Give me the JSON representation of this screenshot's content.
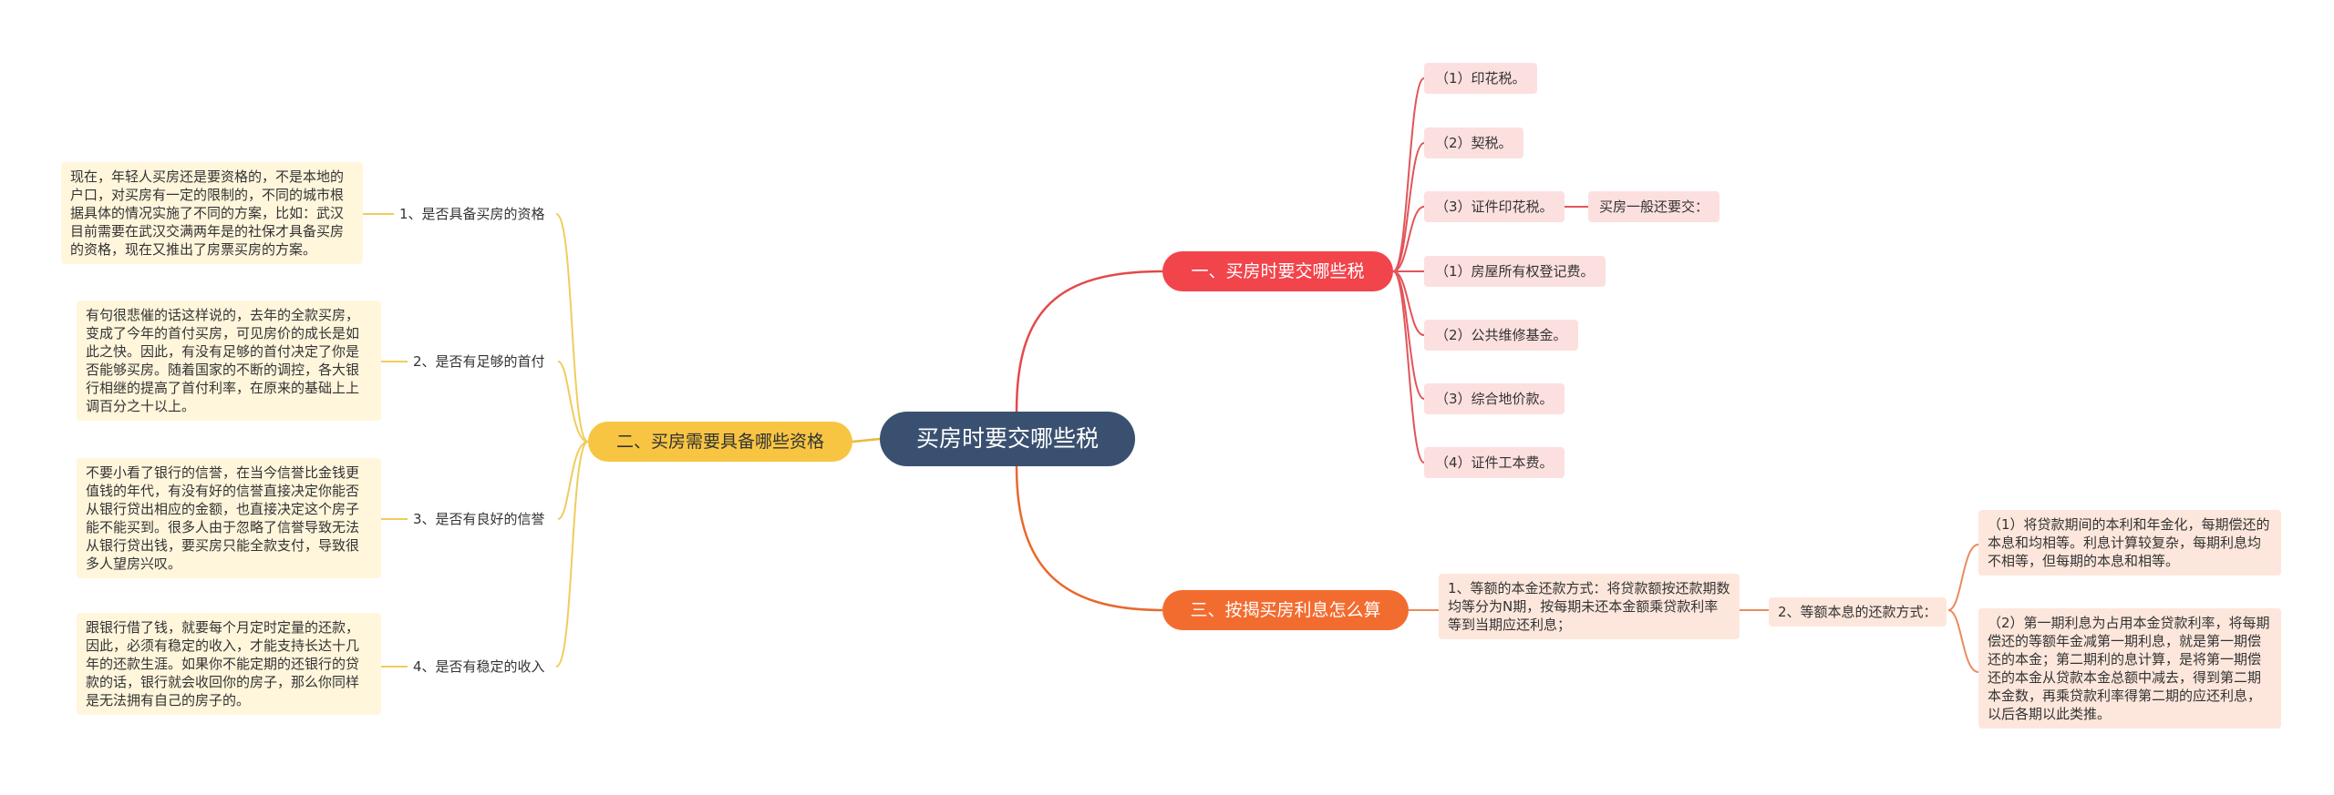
{
  "root": "买房时要交哪些税",
  "branch1": {
    "label": "一、买房时要交哪些税",
    "items": [
      "（1）印花税。",
      "（2）契税。",
      "（3）证件印花税。",
      "（1）房屋所有权登记费。",
      "（2）公共维修基金。",
      "（3）综合地价款。",
      "（4）证件工本费。"
    ],
    "sub_note": "买房一般还要交："
  },
  "branch2": {
    "label": "二、买房需要具备哪些资格",
    "items": [
      {
        "label": "1、是否具备买房的资格",
        "detail": "现在，年轻人买房还是要资格的，不是本地的户口，对买房有一定的限制的，不同的城市根据具体的情况实施了不同的方案，比如：武汉目前需要在武汉交满两年是的社保才具备买房的资格，现在又推出了房票买房的方案。"
      },
      {
        "label": "2、是否有足够的首付",
        "detail": "有句很悲催的话这样说的，去年的全款买房，变成了今年的首付买房，可见房价的成长是如此之快。因此，有没有足够的首付决定了你是否能够买房。随着国家的不断的调控，各大银行相继的提高了首付利率，在原来的基础上上调百分之十以上。"
      },
      {
        "label": "3、是否有良好的信誉",
        "detail": "不要小看了银行的信誉，在当今信誉比金钱更值钱的年代，有没有好的信誉直接决定你能否从银行贷出相应的金额，也直接决定这个房子能不能买到。很多人由于忽略了信誉导致无法从银行贷出钱，要买房只能全款支付，导致很多人望房兴叹。"
      },
      {
        "label": "4、是否有稳定的收入",
        "detail": "跟银行借了钱，就要每个月定时定量的还款，因此，必须有稳定的收入，才能支持长达十几年的还款生涯。如果你不能定期的还银行的贷款的话，银行就会收回你的房子，那么你同样是无法拥有自己的房子的。"
      }
    ]
  },
  "branch3": {
    "label": "三、按揭买房利息怎么算",
    "item1": "1、等额的本金还款方式：将贷款额按还款期数均等分为N期，按每期未还本金额乘贷款利率等到当期应还利息；",
    "item2": "2、等额本息的还款方式：",
    "details": [
      "（1）将贷款期间的本利和年金化，每期偿还的本息和均相等。利息计算较复杂，每期利息均不相等，但每期的本息和相等。",
      "（2）第一期利息为占用本金贷款利率，将每期偿还的等额年金减第一期利息，就是第一期偿还的本金；第二期利的息计算，是将第一期偿还的本金从贷款本金总额中减去，得到第二期本金数，再乘贷款利率得第二期的应还利息，以后各期以此类推。"
    ]
  },
  "colors": {
    "root": "#3a5070",
    "branch1": "#f2444b",
    "branch2": "#f7c542",
    "branch3": "#f36c2f"
  }
}
